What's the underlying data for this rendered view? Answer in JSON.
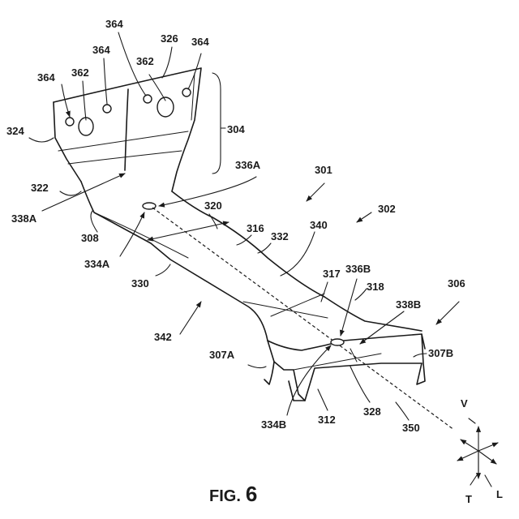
{
  "figure": {
    "caption_prefix": "FIG.",
    "caption_number": "6"
  },
  "labels": {
    "l364a": "364",
    "l364b": "364",
    "l364c": "364",
    "l364d": "364",
    "l362a": "362",
    "l362b": "362",
    "l326": "326",
    "l324": "324",
    "l304": "304",
    "l322": "322",
    "l336a": "336A",
    "l301": "301",
    "l338a": "338A",
    "l320": "320",
    "l302": "302",
    "l308": "308",
    "l316": "316",
    "l332": "332",
    "l340": "340",
    "l334a": "334A",
    "l330": "330",
    "l317": "317",
    "l336b": "336B",
    "l318": "318",
    "l306": "306",
    "l338b": "338B",
    "l342": "342",
    "l307a": "307A",
    "l307b": "307B",
    "l334b": "334B",
    "l312": "312",
    "l328": "328",
    "l350": "350"
  },
  "axes": {
    "vertical": "V",
    "transverse": "T",
    "longitudinal": "L"
  }
}
